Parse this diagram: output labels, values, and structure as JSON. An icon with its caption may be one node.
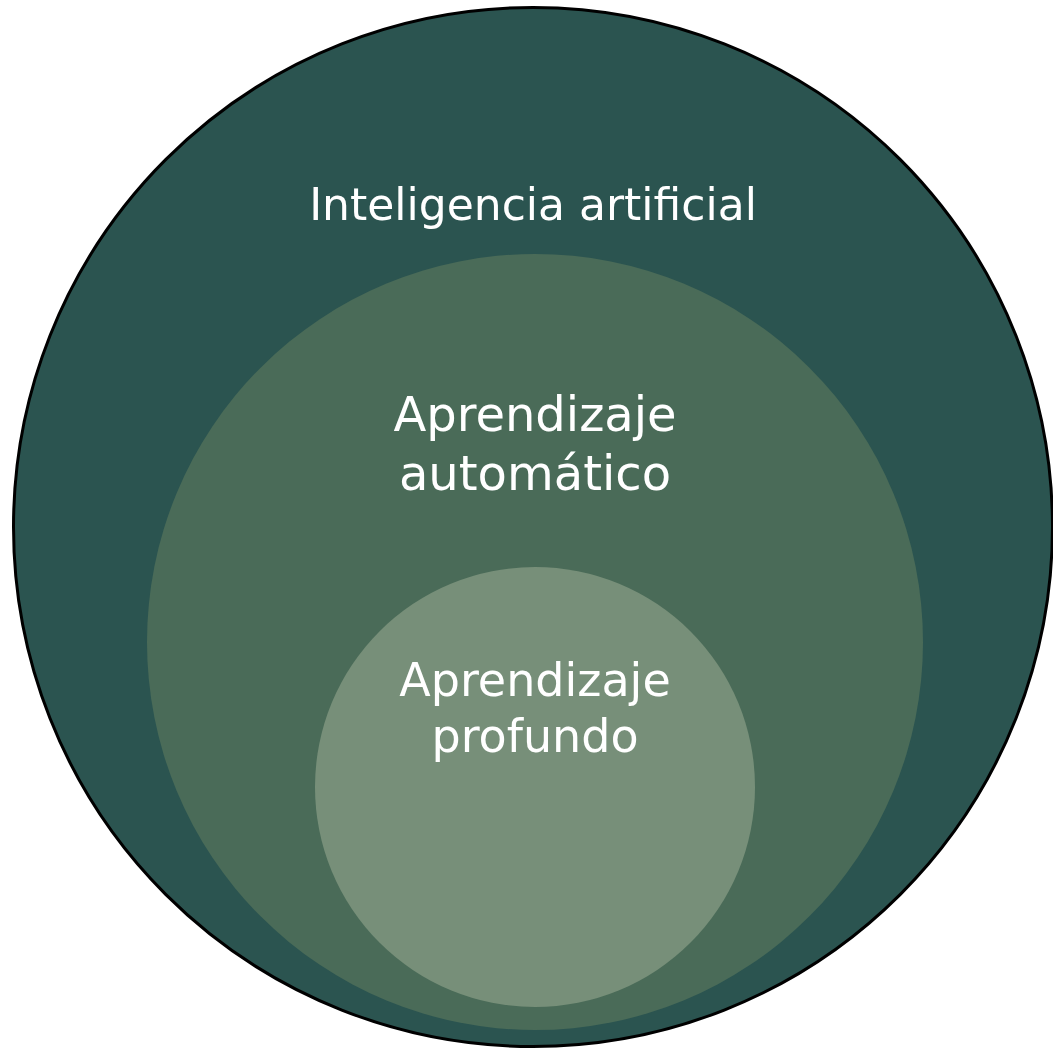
{
  "diagram": {
    "nodes": [
      {
        "text": [
          "Inteligencia artificial"
        ]
      },
      {
        "text": [
          "Aprendizaje automático"
        ],
        "in": 0
      },
      {
        "text": [
          "Aprendizaje profundo"
        ],
        "in": 1
      }
    ]
  }
}
